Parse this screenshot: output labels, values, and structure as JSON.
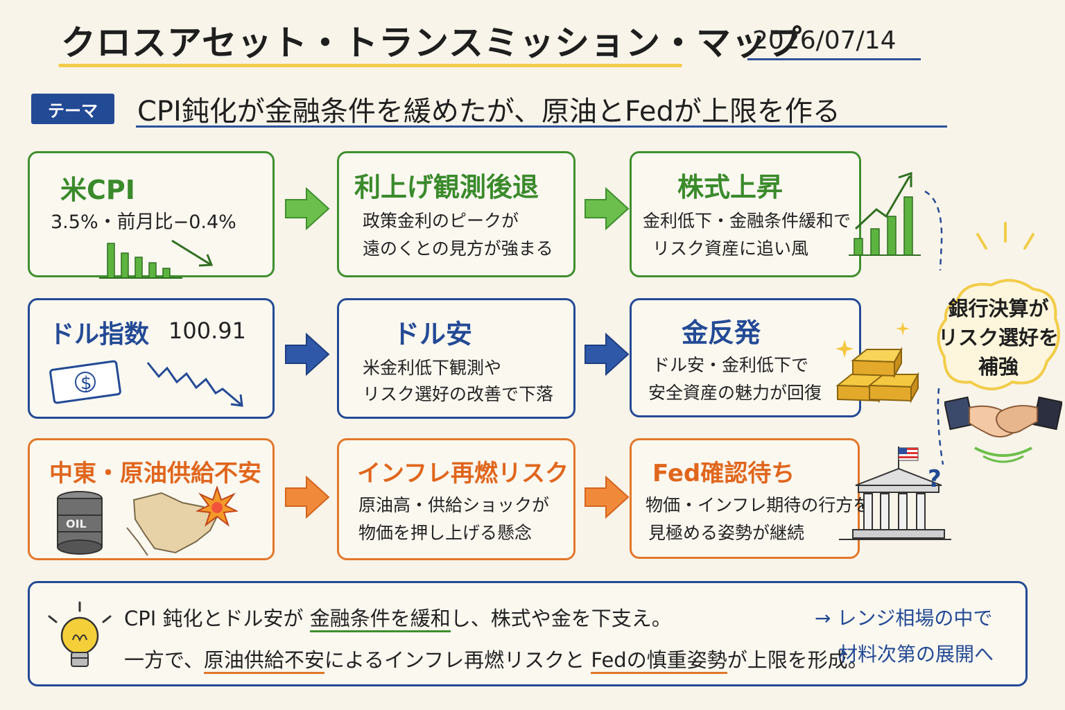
{
  "title": "クロスアセット・トランスミッション・マップ",
  "date": "2026/07/14",
  "theme": {
    "tag": "テーマ",
    "text": "CPI鈍化が金融条件を緩めたが、原油とFedが上限を作る"
  },
  "rows": [
    {
      "color": "#3f8f2f",
      "boxes": [
        {
          "heading": "米CPI",
          "lines": [
            "3.5%・前月比−0.4%"
          ]
        },
        {
          "heading": "利上げ観測後退",
          "lines": [
            "政策金利のピークが",
            "遠のくとの見方が強まる"
          ]
        },
        {
          "heading": "株式上昇",
          "lines": [
            "金利低下・金融条件緩和で",
            "リスク資産に追い風"
          ]
        }
      ]
    },
    {
      "color": "#234a95",
      "boxes": [
        {
          "heading": "ドル指数",
          "value": "100.91",
          "lines": []
        },
        {
          "heading": "ドル安",
          "lines": [
            "米金利低下観測や",
            "リスク選好の改善で下落"
          ]
        },
        {
          "heading": "金反発",
          "lines": [
            "ドル安・金利低下で",
            "安全資産の魅力が回復"
          ]
        }
      ]
    },
    {
      "color": "#e2772a",
      "boxes": [
        {
          "heading": "中東・原油供給不安",
          "lines": [],
          "barrel_label": "OIL"
        },
        {
          "heading": "インフレ再燃リスク",
          "lines": [
            "原油高・供給ショックが",
            "物価を押し上げる懸念"
          ]
        },
        {
          "heading": "Fed確認待ち",
          "lines": [
            "物価・インフレ期待の行方を",
            "見極める姿勢が継続"
          ]
        }
      ]
    }
  ],
  "side_note": {
    "lines": [
      "銀行決算が",
      "リスク選好を",
      "補強"
    ],
    "question_mark": "?"
  },
  "dollar_sign": "$",
  "summary": {
    "line1": {
      "pre": "CPI 鈍化とドル安が ",
      "highlight": "金融条件を緩和",
      "post": "し、株式や金を下支え。"
    },
    "line2": {
      "pre": "一方で、",
      "highlight1": "原油供給不安",
      "mid": "によるインフレ再燃リスクと ",
      "highlight2": "Fedの慎重姿勢",
      "post": "が上限を形成。"
    },
    "side": [
      "→ レンジ相場の中で",
      "材料次第の展開へ"
    ]
  },
  "icons": [
    "bar-chart-icon",
    "trend-up-icon",
    "down-arrow-icon",
    "dollar-bill-icon",
    "gold-bars-icon",
    "oil-barrel-icon",
    "map-icon",
    "explosion-icon",
    "central-bank-icon",
    "us-flag-icon",
    "handshake-icon",
    "lightbulb-icon"
  ]
}
